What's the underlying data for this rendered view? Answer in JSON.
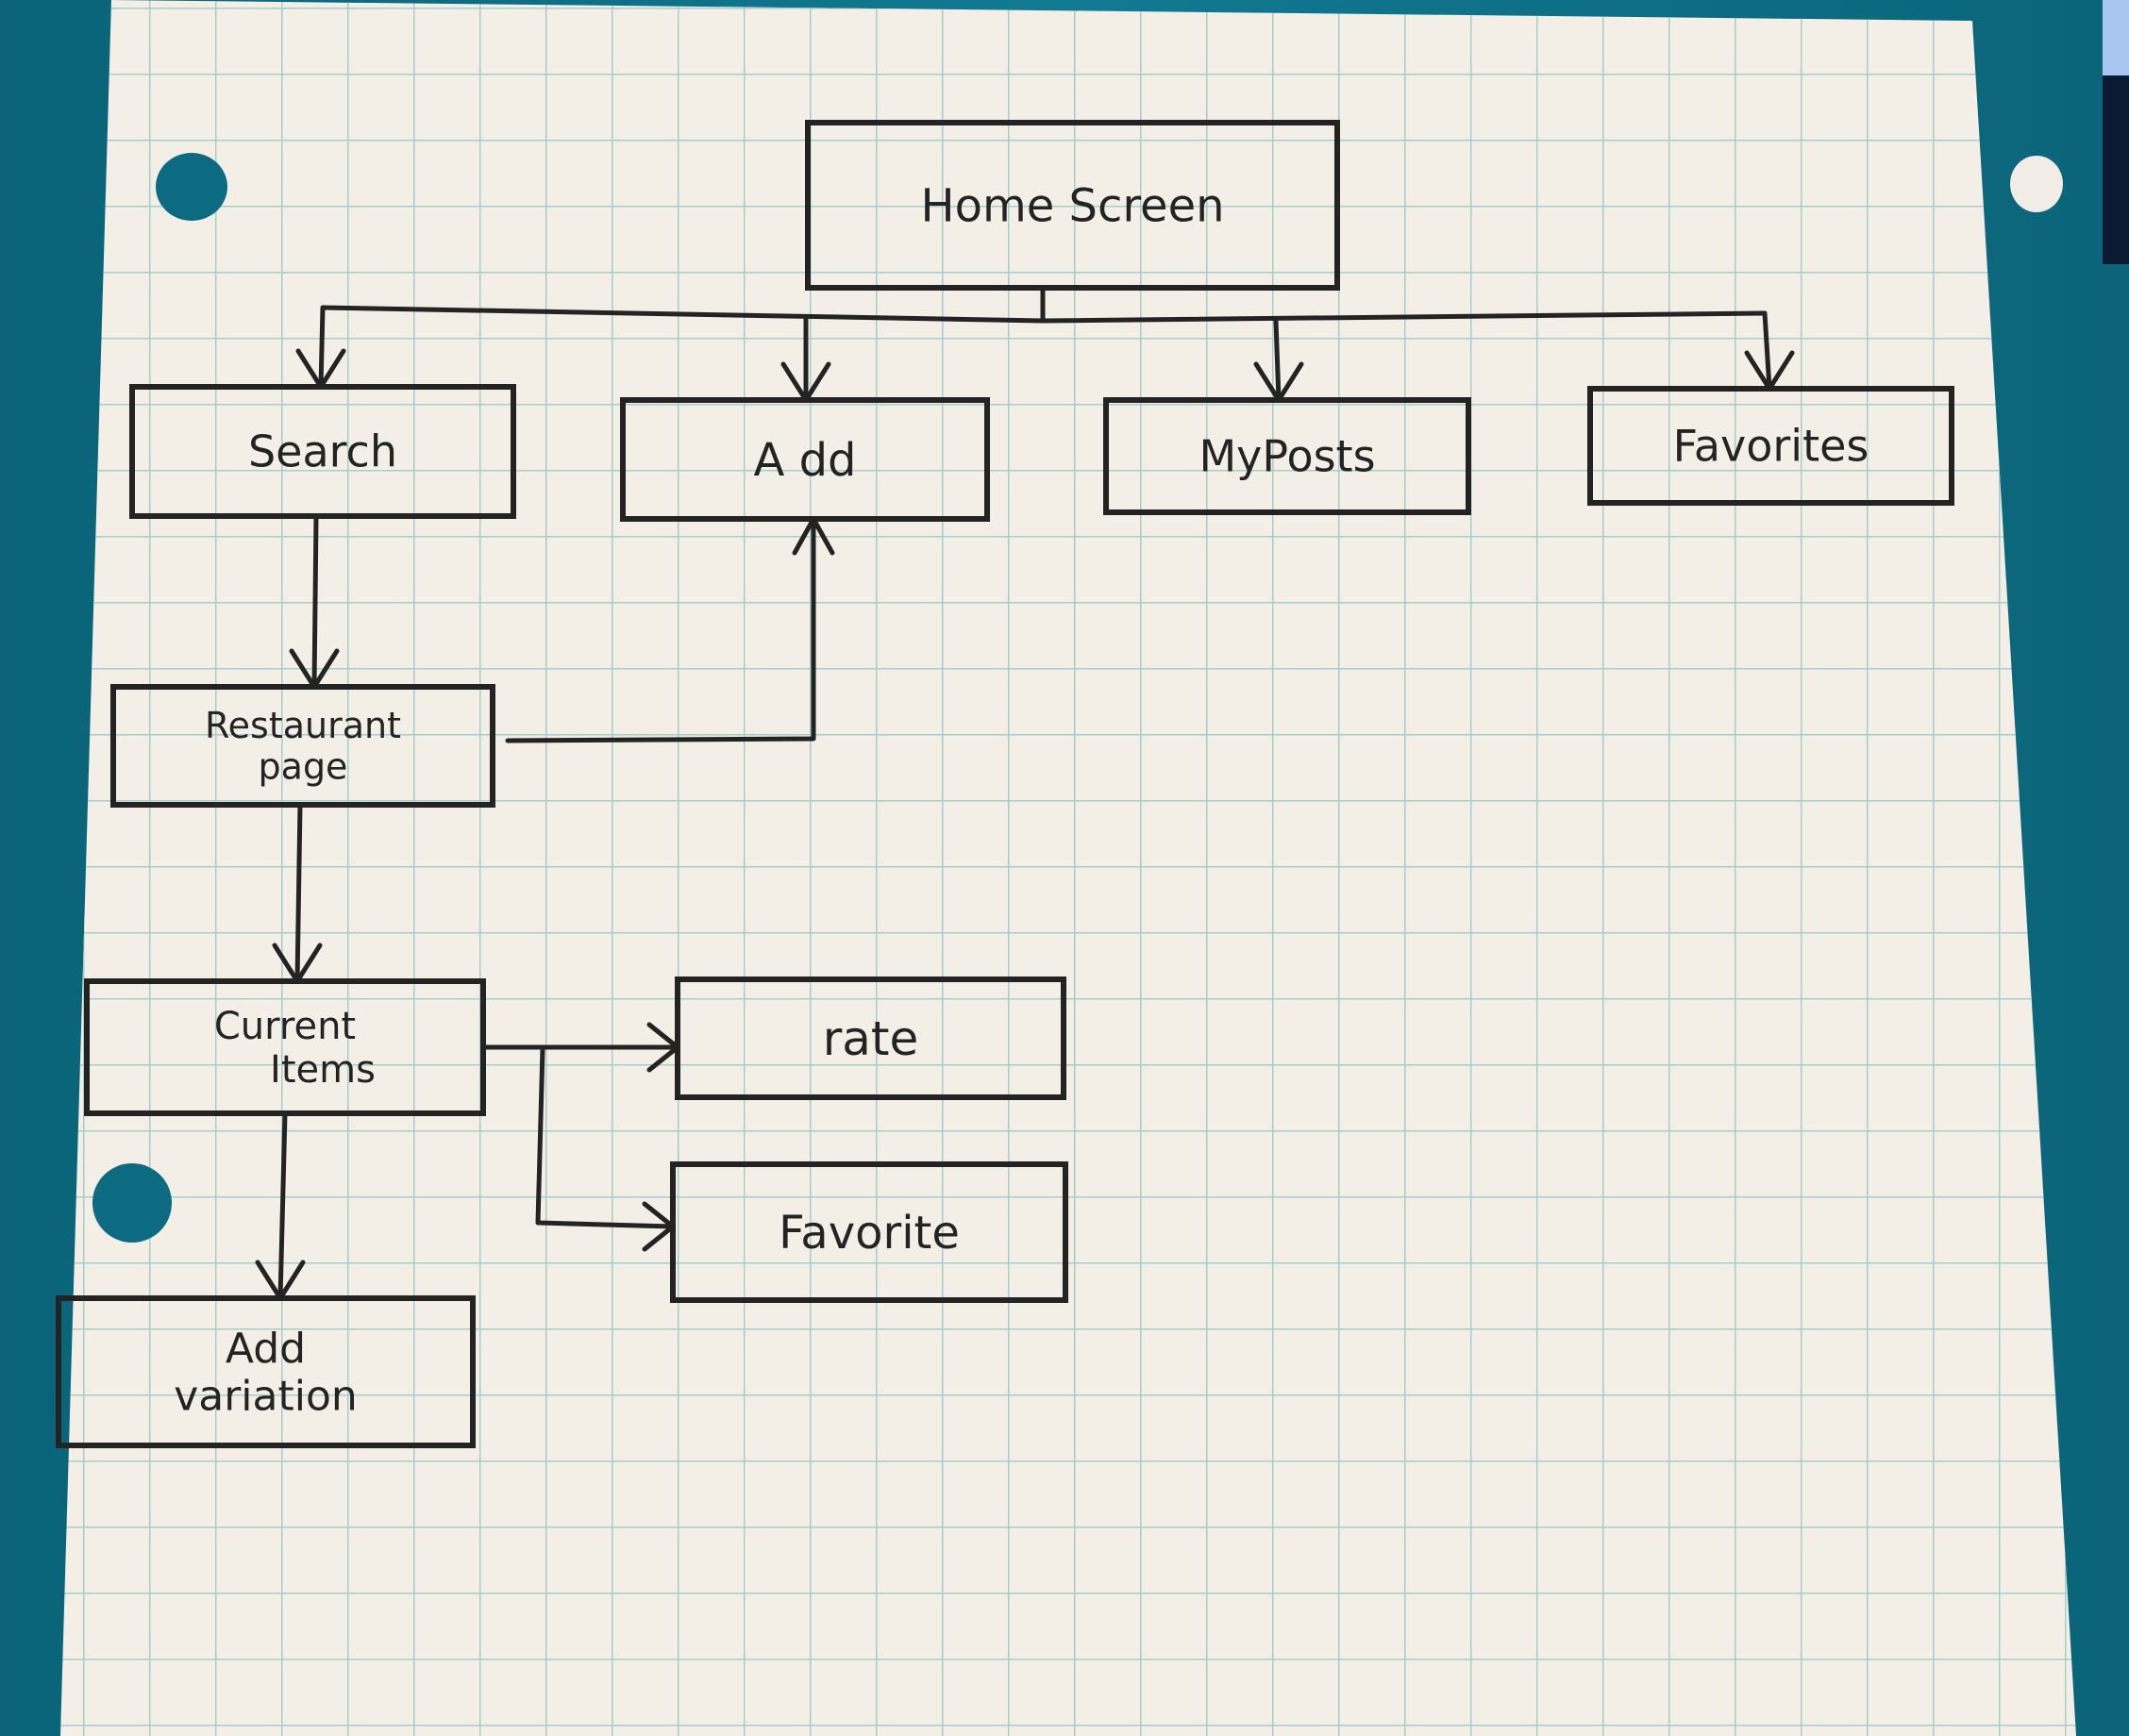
{
  "diagram": {
    "title": "Home Screen",
    "nodes": [
      {
        "id": "home",
        "label": "Home Screen"
      },
      {
        "id": "search",
        "label": "Search"
      },
      {
        "id": "add",
        "label": "A dd"
      },
      {
        "id": "myposts",
        "label": "MyPosts"
      },
      {
        "id": "favorites",
        "label": "Favorites"
      },
      {
        "id": "restaurant",
        "label": "Restaurant page",
        "lines": [
          "Restaurant",
          "page"
        ]
      },
      {
        "id": "current",
        "label": "Current Items",
        "lines": [
          "Current",
          "Items"
        ]
      },
      {
        "id": "rate",
        "label": "rate"
      },
      {
        "id": "favorite",
        "label": "Favorite"
      },
      {
        "id": "variation",
        "label": "Add variation",
        "lines": [
          "Add",
          "variation"
        ]
      }
    ],
    "edges": [
      {
        "from": "home",
        "to": "search"
      },
      {
        "from": "home",
        "to": "add"
      },
      {
        "from": "home",
        "to": "myposts"
      },
      {
        "from": "home",
        "to": "favorites"
      },
      {
        "from": "search",
        "to": "restaurant"
      },
      {
        "from": "restaurant",
        "to": "add"
      },
      {
        "from": "restaurant",
        "to": "current"
      },
      {
        "from": "current",
        "to": "rate"
      },
      {
        "from": "current",
        "to": "favorite"
      },
      {
        "from": "current",
        "to": "variation"
      }
    ]
  },
  "colors": {
    "background": "#0f6f86",
    "paper": "#f3efe6",
    "grid": "#9fc7c8",
    "ink": "#232323"
  }
}
